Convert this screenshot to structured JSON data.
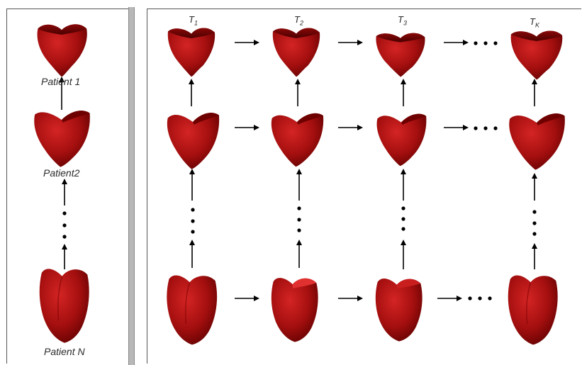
{
  "left_panel": {
    "patients": [
      "Patient 1",
      "Patient2",
      "Patient N"
    ]
  },
  "right_panel": {
    "time_labels": [
      {
        "main": "T",
        "sub": "1"
      },
      {
        "main": "T",
        "sub": "2"
      },
      {
        "main": "T",
        "sub": "3"
      },
      {
        "main": "T",
        "sub": "K"
      }
    ],
    "ellipsis": "• • •"
  },
  "colors": {
    "heart_base": "#a50f0f",
    "heart_dark": "#5c0000",
    "heart_light": "#d42424",
    "arrow": "#000000",
    "divider": "#b8b8b8"
  }
}
